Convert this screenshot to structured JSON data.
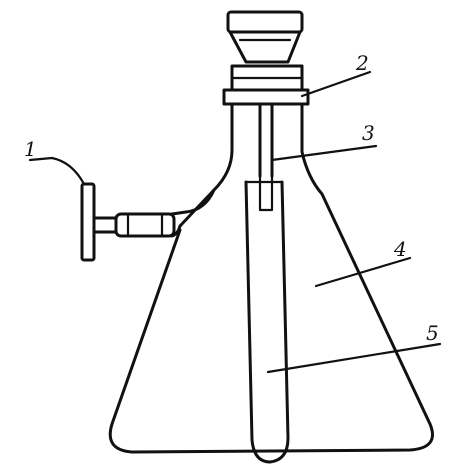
{
  "figure": {
    "callouts": [
      {
        "id": "c1",
        "text": "1"
      },
      {
        "id": "c2",
        "text": "2"
      },
      {
        "id": "c3",
        "text": "3"
      },
      {
        "id": "c4",
        "text": "4"
      },
      {
        "id": "c5",
        "text": "5"
      }
    ]
  },
  "colors": {
    "ink": "#111111",
    "background": "#ffffff"
  }
}
